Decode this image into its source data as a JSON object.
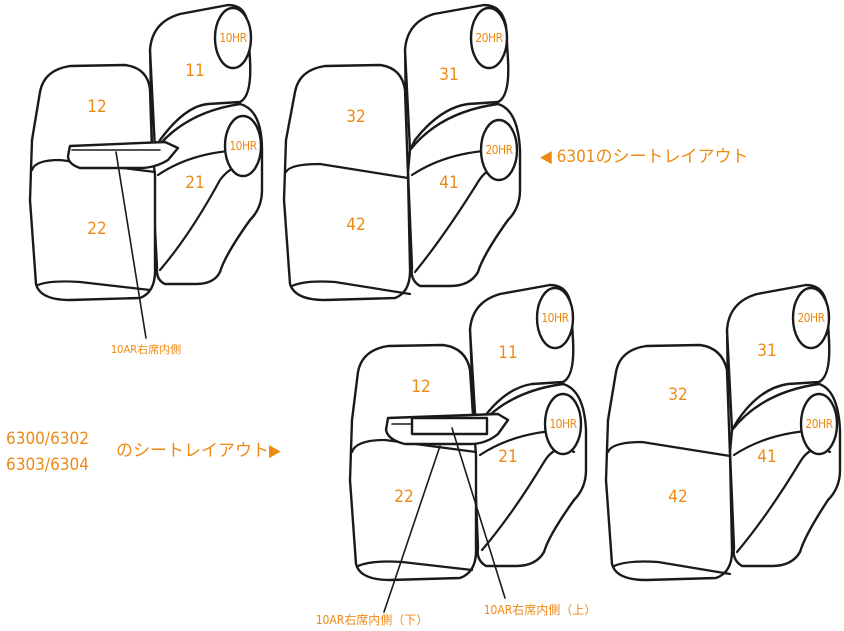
{
  "colors": {
    "accent": "#ee8a14",
    "stroke": "#1a1a1a"
  },
  "layout_6301": {
    "caption": "◀ 6301のシートレイアウト",
    "left_unit": {
      "back_left": "12",
      "seat_left": "22",
      "back_right": "11",
      "seat_right": "21",
      "headrest_top": "10HR",
      "headrest_mid": "10HR",
      "armrest_label": "10AR右席内側"
    },
    "right_unit": {
      "back_left": "32",
      "seat_left": "42",
      "back_right": "31",
      "seat_right": "41",
      "headrest_top": "20HR",
      "headrest_mid": "20HR"
    }
  },
  "layout_6300": {
    "model_line1": "6300/6302",
    "model_line2": "6303/6304",
    "caption": "のシートレイアウト▶",
    "left_unit": {
      "back_left": "12",
      "seat_left": "22",
      "back_right": "11",
      "seat_right": "21",
      "headrest_top": "10HR",
      "headrest_mid": "10HR",
      "armrest_lower_label": "10AR右席内側（下）",
      "armrest_upper_label": "10AR右席内側（上）"
    },
    "right_unit": {
      "back_left": "32",
      "seat_left": "42",
      "back_right": "31",
      "seat_right": "41",
      "headrest_top": "20HR",
      "headrest_mid": "20HR"
    }
  }
}
